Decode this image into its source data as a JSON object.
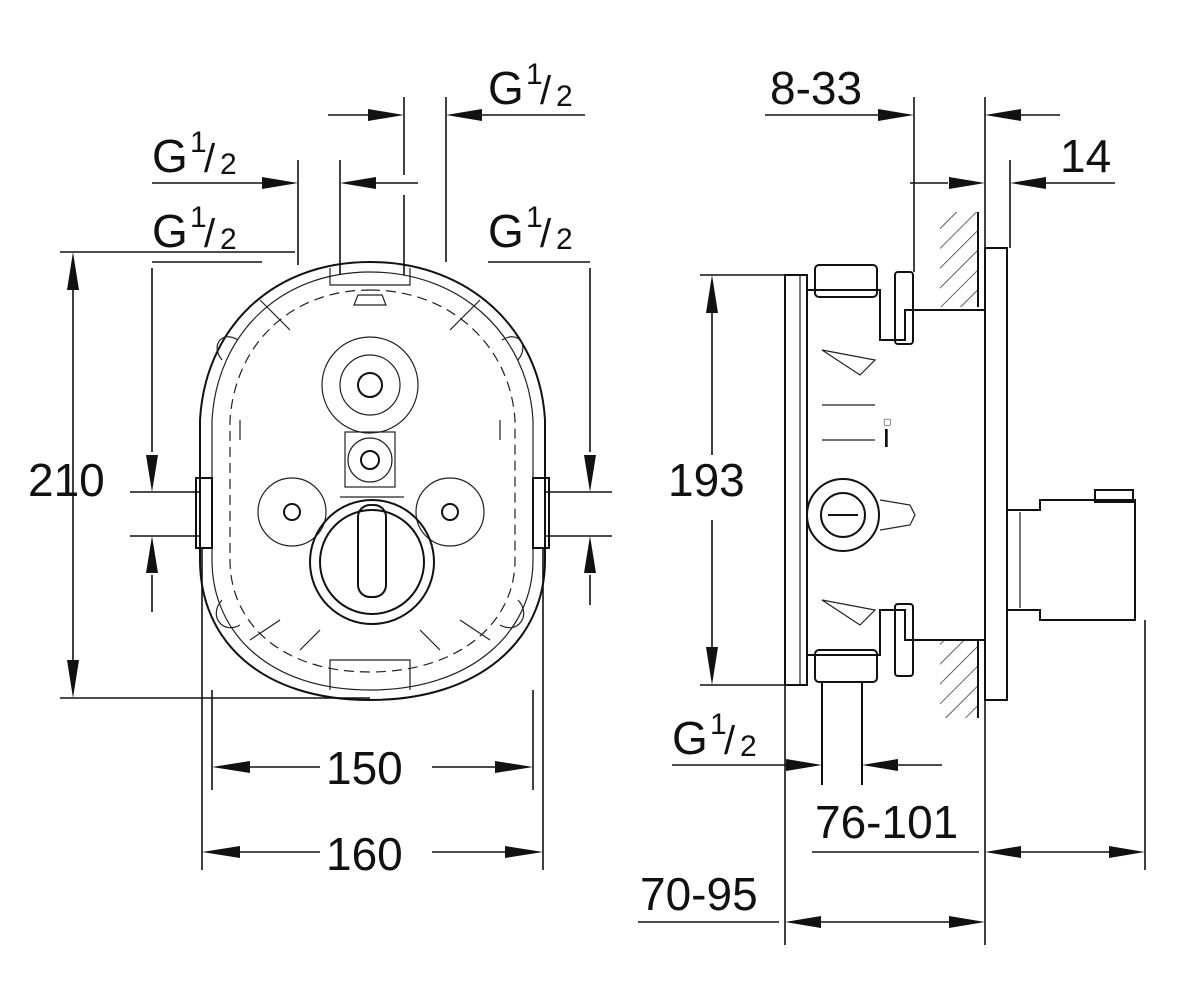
{
  "front_view": {
    "dim_height": "210",
    "dim_width_inner": "150",
    "dim_width_outer": "160",
    "thread_top_right": {
      "g": "G",
      "num": "1",
      "den": "2"
    },
    "thread_top_left": {
      "g": "G",
      "num": "1",
      "den": "2"
    },
    "thread_left": {
      "g": "G",
      "num": "1",
      "den": "2"
    },
    "thread_right": {
      "g": "G",
      "num": "1",
      "den": "2"
    }
  },
  "side_view": {
    "dim_depth_range": "8-33",
    "dim_plate": "14",
    "dim_height": "193",
    "thread_bottom": {
      "g": "G",
      "num": "1",
      "den": "2"
    },
    "dim_range_a": "76-101",
    "dim_range_b": "70-95"
  },
  "colors": {
    "line": "#111111",
    "background": "#ffffff"
  }
}
